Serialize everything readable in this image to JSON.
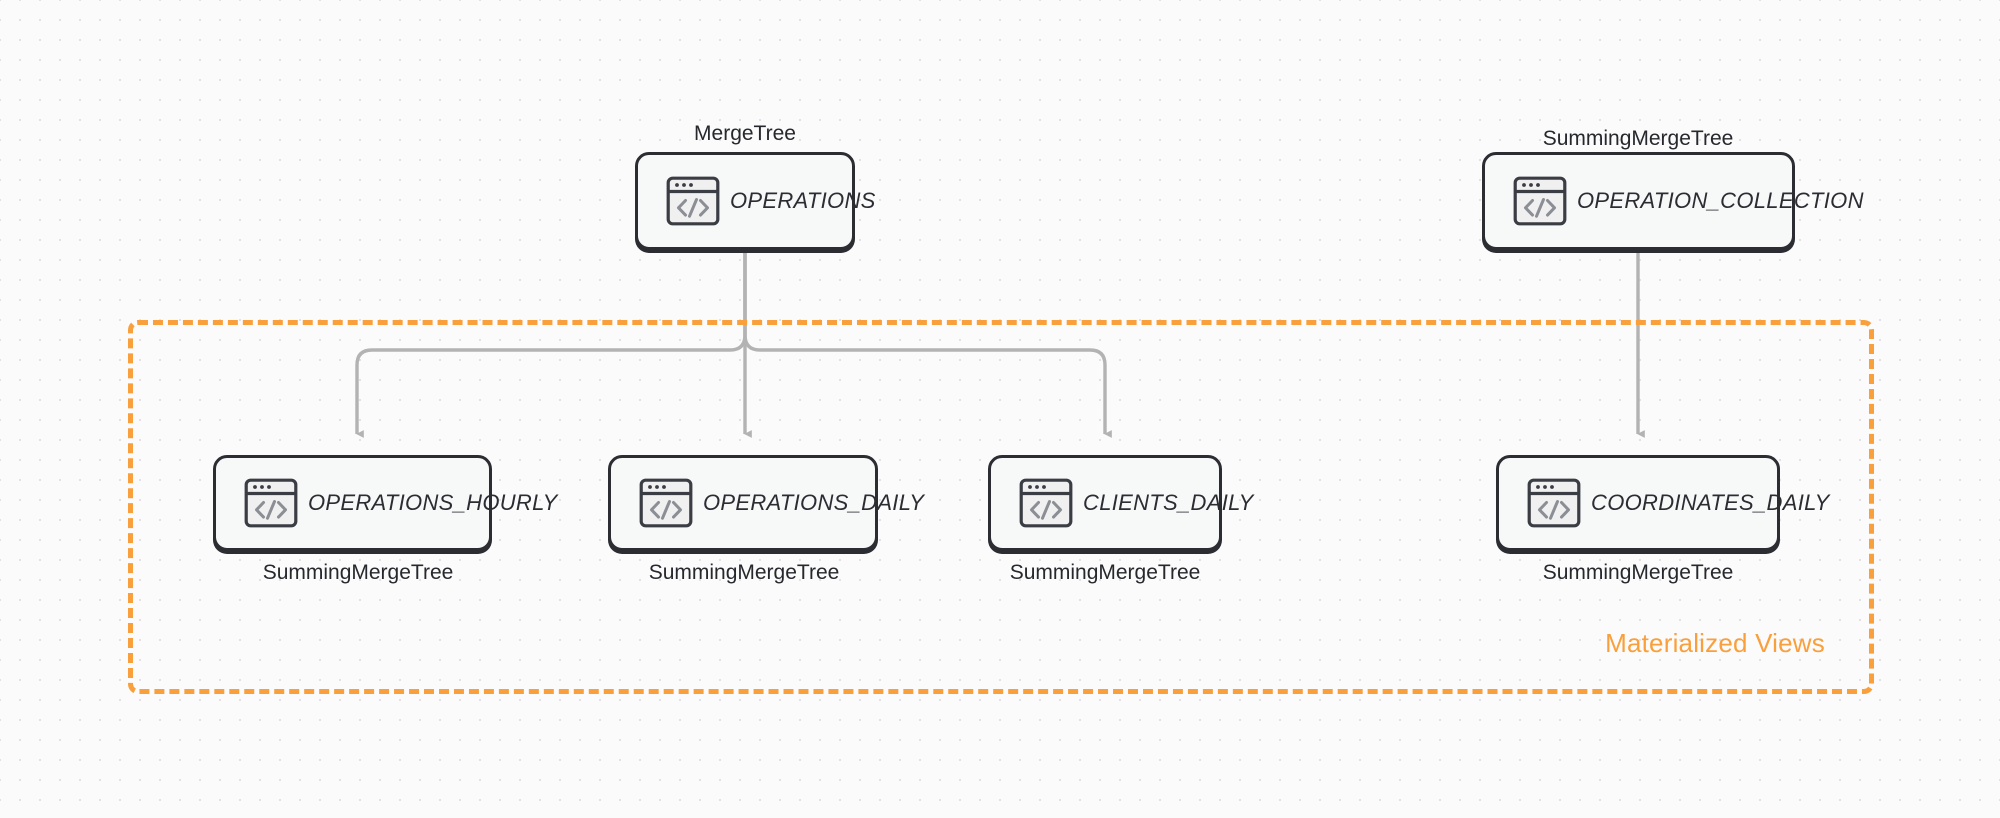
{
  "diagram": {
    "title": "ClickHouse table and materialized view topology",
    "background": {
      "color": "#fbfbfb",
      "dot_color": "#e3e1e4"
    },
    "group": {
      "label": "Materialized Views",
      "border_color": "#f9a03c",
      "border_style": "dashed"
    },
    "edge_color": "#b3b3b3",
    "node_border_color": "#2b2d33",
    "node_fill_color": "#f7f8f8",
    "icon_name": "code-window-icon",
    "nodes": [
      {
        "id": "operations",
        "label": "OPERATIONS",
        "engine": "MergeTree",
        "engine_position": "above",
        "row": "top"
      },
      {
        "id": "operation_collection",
        "label": "OPERATION_COLLECTION",
        "engine": "SummingMergeTree",
        "engine_position": "above",
        "row": "top"
      },
      {
        "id": "operations_hourly",
        "label": "OPERATIONS_HOURLY",
        "engine": "SummingMergeTree",
        "engine_position": "below",
        "row": "bottom"
      },
      {
        "id": "operations_daily",
        "label": "OPERATIONS_DAILY",
        "engine": "SummingMergeTree",
        "engine_position": "below",
        "row": "bottom"
      },
      {
        "id": "clients_daily",
        "label": "CLIENTS_DAILY",
        "engine": "SummingMergeTree",
        "engine_position": "below",
        "row": "bottom"
      },
      {
        "id": "coordinates_daily",
        "label": "COORDINATES_DAILY",
        "engine": "SummingMergeTree",
        "engine_position": "below",
        "row": "bottom"
      }
    ],
    "edges": [
      {
        "from": "operations",
        "to": "operations_hourly"
      },
      {
        "from": "operations",
        "to": "operations_daily"
      },
      {
        "from": "operations",
        "to": "clients_daily"
      },
      {
        "from": "operation_collection",
        "to": "coordinates_daily"
      }
    ]
  }
}
